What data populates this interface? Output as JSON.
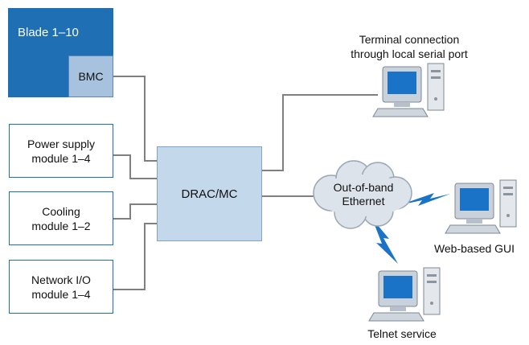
{
  "blade": {
    "label": "Blade 1–10",
    "bmc_label": "BMC"
  },
  "modules": [
    {
      "label": "Power supply\nmodule 1–4"
    },
    {
      "label": "Cooling\nmodule 1–2"
    },
    {
      "label": "Network I/O\nmodule 1–4"
    }
  ],
  "controller": {
    "label": "DRAC/MC"
  },
  "cloud": {
    "label": "Out-of-band\nEthernet"
  },
  "endpoints": {
    "terminal": "Terminal connection\nthrough local serial port",
    "web": "Web-based GUI",
    "telnet": "Telnet service"
  },
  "colors": {
    "blade_fill": "#1f6fb5",
    "controller_fill": "#c4d8ec",
    "module_border": "#1f6fb5",
    "link_line": "#7f7f7f",
    "wireless_bolt": "#1a73c7",
    "cloud_fill": "#dde3ea"
  },
  "icons": [
    "desktop-computer-icon",
    "lightning-link-icon",
    "cloud-icon"
  ]
}
